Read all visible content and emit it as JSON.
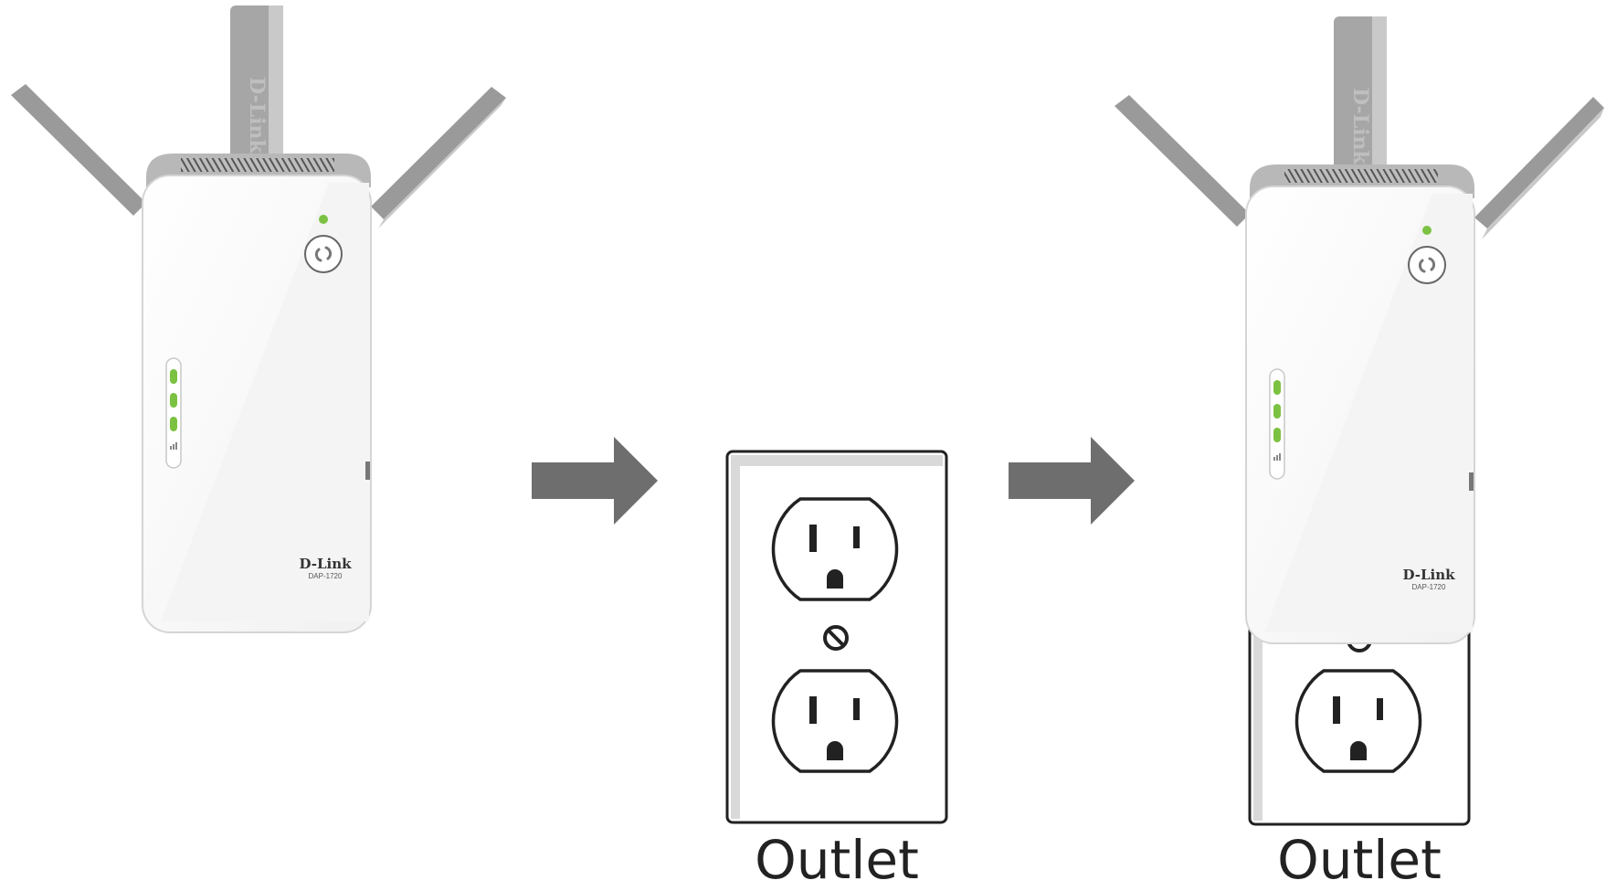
{
  "colors": {
    "arrow": "#6e6e6e",
    "antenna": "#9a9a9a",
    "device_body": "#ffffff",
    "led": "#7cc242",
    "outline": "#222222"
  },
  "device": {
    "brand": "D-Link",
    "model": "DAP-1720",
    "antenna_brand": "D-Link",
    "wps_icon": "wps-icon",
    "signal_icon": "signal-bars-icon"
  },
  "step1": {},
  "arrow1": {
    "icon": "arrow-right-icon"
  },
  "step2": {
    "caption": "Outlet"
  },
  "arrow2": {
    "icon": "arrow-right-icon"
  },
  "step3": {
    "caption": "Outlet"
  }
}
